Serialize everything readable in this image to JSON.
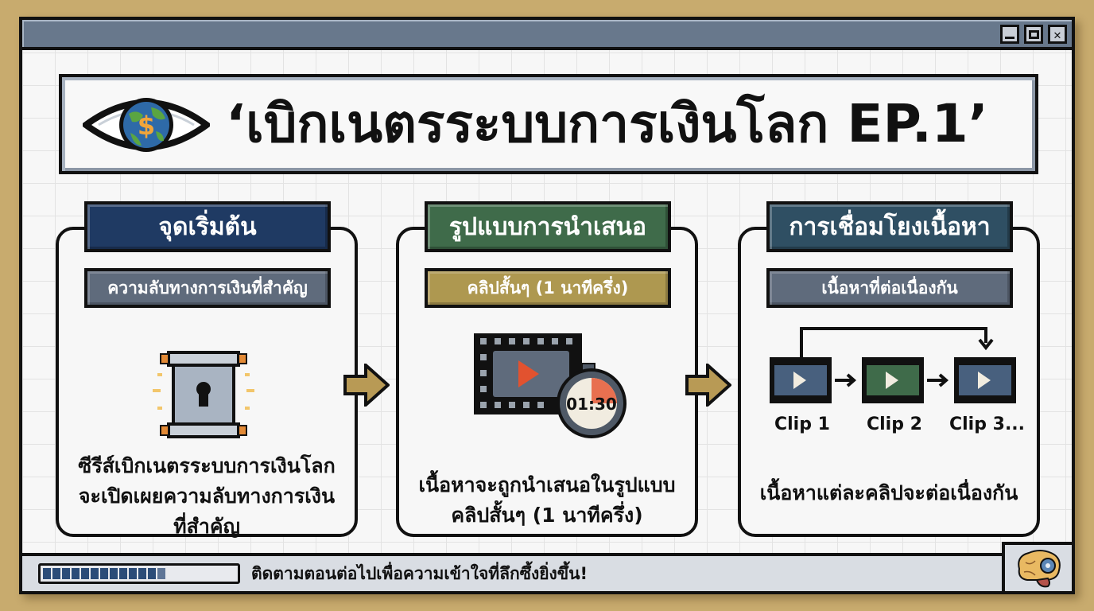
{
  "window": {
    "controls": [
      {
        "name": "minimize",
        "glyph": "_"
      },
      {
        "name": "maximize",
        "glyph": "□"
      },
      {
        "name": "close",
        "glyph": "✕"
      }
    ]
  },
  "header": {
    "title": "‘เบิกเนตรระบบการเงินโลก EP.1’",
    "icon": "eye-globe-dollar-icon"
  },
  "colors": {
    "background": "#c8ab6e",
    "titlebar": "#68788c",
    "card1_head": "#1f3a63",
    "card2_head": "#3f6b4a",
    "card3_head": "#2f4f63",
    "sub_gray": "#5f6b7c",
    "sub_gold": "#ae9850",
    "arrow_gold": "#b89a55"
  },
  "cards": [
    {
      "heading": "จุดเริ่มต้น",
      "subheading": "ความลับทางการเงินที่สำคัญ",
      "icon": "scroll-keyhole-icon",
      "description_lines": [
        "ซีรีส์เบิกเนตรระบบการเงินโลก",
        "จะเปิดเผยความลับทางการเงิน",
        "ที่สำคัญ"
      ]
    },
    {
      "heading": "รูปแบบการนำเสนอ",
      "subheading": "คลิปสั้นๆ (1 นาทีครึ่ง)",
      "icon": "film-stopwatch-icon",
      "timer": "01:30",
      "description_lines": [
        "เนื้อหาจะถูกนำเสนอในรูปแบบ",
        "คลิปสั้นๆ (1 นาทีครึ่ง)"
      ]
    },
    {
      "heading": "การเชื่อมโยงเนื้อหา",
      "subheading": "เนื้อหาที่ต่อเนื่องกัน",
      "icon": "clip-sequence-icon",
      "clips": [
        "Clip 1",
        "Clip 2",
        "Clip 3..."
      ],
      "description_lines": [
        "เนื้อหาแต่ละคลิปจะต่อเนื่องกัน"
      ]
    }
  ],
  "statusbar": {
    "progress_filled_segments": 13,
    "text": "ติดตามตอนต่อไปเพื่อความเข้าใจที่ลึกซึ้งยิ่งขึ้น!",
    "corner_icon": "brain-gear-icon"
  }
}
